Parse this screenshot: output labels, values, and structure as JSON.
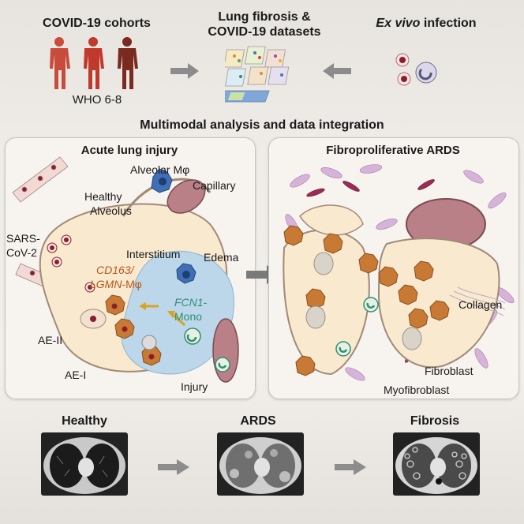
{
  "top": {
    "cohorts_title": "COVID-19 cohorts",
    "cohorts_sub": "WHO 6-8",
    "datasets_title_1": "Lung fibrosis &",
    "datasets_title_2": "COVID-19 datasets",
    "exvivo_italic": "Ex vivo",
    "exvivo_rest": " infection"
  },
  "integration_title": "Multimodal analysis and data integration",
  "left_panel": {
    "title": "Acute lung injury",
    "labels": {
      "alveolar_mac": "Alveolar Mφ",
      "capillary": "Capillary",
      "healthy": "Healthy",
      "alveolus": "Alveolus",
      "sars": "SARS-",
      "cov2": "CoV-2",
      "interstitium": "Interstitium",
      "edema": "Edema",
      "cd163": "CD163/",
      "lgmn": "LGMN",
      "lgmn_suffix": "-Mφ",
      "fcn1": "FCN1-",
      "mono": "Mono",
      "ae2": "AE-II",
      "ae1": "AE-I",
      "injury": "Injury"
    }
  },
  "right_panel": {
    "title": "Fibroproliferative ARDS",
    "labels": {
      "collagen": "Collagen",
      "fibroblast": "Fibroblast",
      "myofibroblast": "Myofibroblast"
    }
  },
  "bottom": {
    "healthy": "Healthy",
    "ards": "ARDS",
    "fibrosis": "Fibrosis"
  },
  "colors": {
    "band": "#e9e6e1",
    "panel": "#f7f3ef",
    "arrow": "#8c8c8c",
    "macrophage": "#c87a35",
    "mono_text": "#2f8f72",
    "mac_text": "#b8561a",
    "alveolus_fill": "#f8e9cf",
    "edema_fill": "#bcd7ea",
    "capillary_fill": "#b98087",
    "fibroblast": "#d6b3d8",
    "myofibroblast": "#9b2c54"
  }
}
